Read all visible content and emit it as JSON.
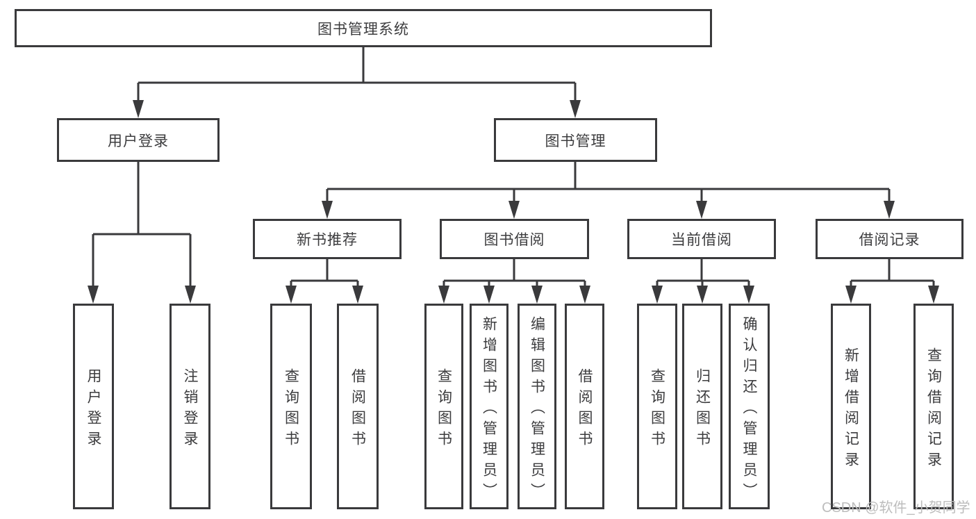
{
  "diagram": {
    "root": {
      "label": "图书管理系统"
    },
    "level2": [
      {
        "label": "用户登录"
      },
      {
        "label": "图书管理"
      }
    ],
    "level3": [
      {
        "label": "新书推荐"
      },
      {
        "label": "图书借阅"
      },
      {
        "label": "当前借阅"
      },
      {
        "label": "借阅记录"
      }
    ],
    "leaves": {
      "user_login": [
        {
          "label": "用户登录"
        },
        {
          "label": "注销登录"
        }
      ],
      "new_book": [
        {
          "label": "查询图书"
        },
        {
          "label": "借阅图书"
        }
      ],
      "book_borrow": [
        {
          "label": "查询图书"
        },
        {
          "label": "新增图书（管理员）"
        },
        {
          "label": "编辑图书（管理员）"
        },
        {
          "label": "借阅图书"
        }
      ],
      "current_borrow": [
        {
          "label": "查询图书"
        },
        {
          "label": "归还图书"
        },
        {
          "label": "确认归还（管理员）"
        }
      ],
      "borrow_records": [
        {
          "label": "新增借阅记录"
        },
        {
          "label": "查询借阅记录"
        }
      ]
    },
    "watermark": "CSDN @软件_小贺同学",
    "colors": {
      "line": "#3a3a3c",
      "text": "#3c3c3e",
      "watermark": "#bdbdbd",
      "background": "#ffffff"
    }
  }
}
